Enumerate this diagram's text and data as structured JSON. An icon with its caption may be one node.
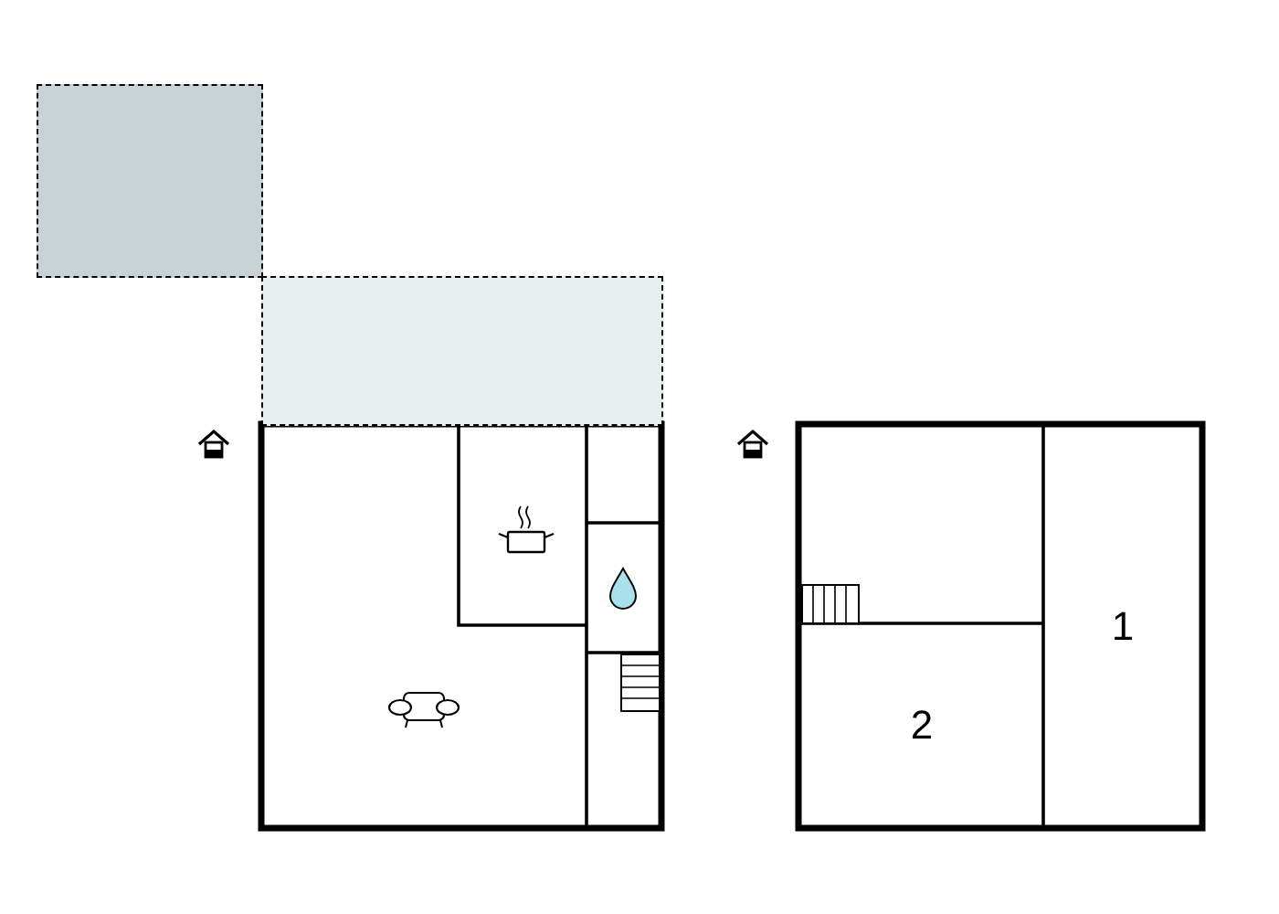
{
  "diagram": {
    "nodes": [
      {
        "text": [],
        "shape": "box"
      },
      {
        "text": [],
        "shape": "box"
      },
      {
        "text": [
          "1"
        ]
      },
      {
        "text": [
          "2"
        ]
      }
    ]
  }
}
